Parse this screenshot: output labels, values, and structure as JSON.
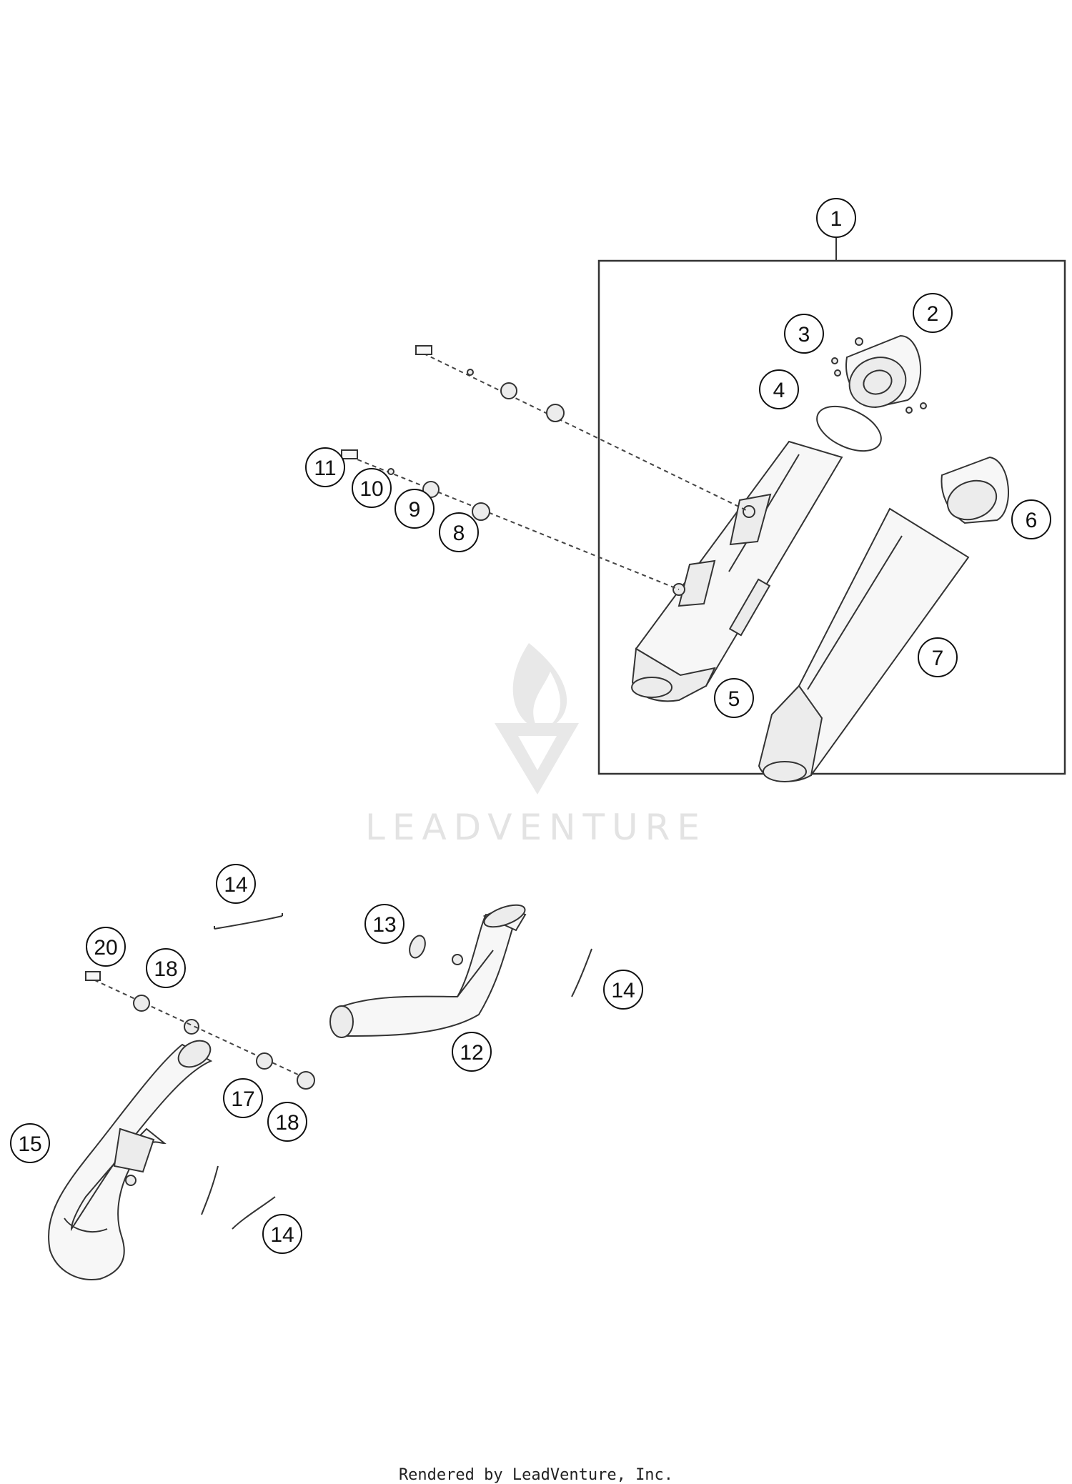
{
  "watermark": {
    "text": "LEADVENTURE"
  },
  "footer": {
    "text": "Rendered by LeadVenture, Inc."
  },
  "callouts": [
    "1",
    "2",
    "3",
    "4",
    "5",
    "6",
    "7",
    "8",
    "9",
    "10",
    "11",
    "12",
    "13",
    "14",
    "15",
    "17",
    "18",
    "20"
  ]
}
